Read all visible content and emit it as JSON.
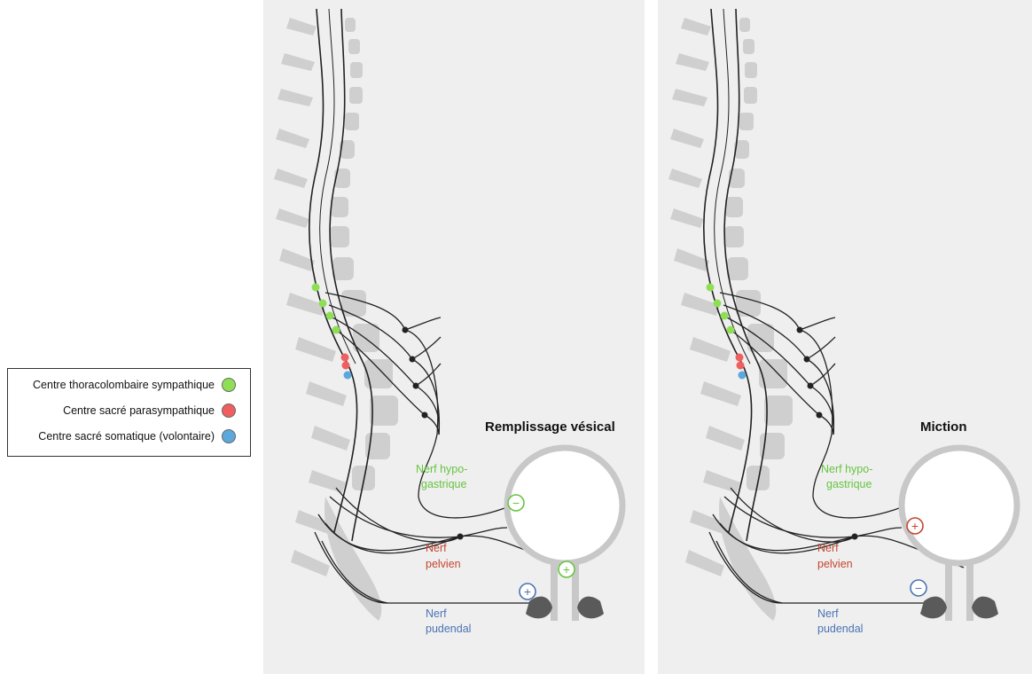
{
  "legend": {
    "items": [
      {
        "label": "Centre thoracolombaire sympathique",
        "color": "#8fdf56"
      },
      {
        "label": "Centre sacré parasympathique",
        "color": "#ef5f5f"
      },
      {
        "label": "Centre sacré somatique (volontaire)",
        "color": "#5aa8dc"
      }
    ]
  },
  "panels": [
    {
      "title": "Remplissage vésical",
      "hypogastric": {
        "line1": "Nerf hypo-",
        "line2": "gastrique",
        "color": "#67c441"
      },
      "pelvic": {
        "line1": "Nerf",
        "line2": "pelvien",
        "color": "#c4452d"
      },
      "pudendal": {
        "line1": "Nerf",
        "line2": "pudendal",
        "color": "#4a73b5"
      },
      "signs": [
        {
          "symbol": "−",
          "color": "#67c441",
          "target": "bladder-wall"
        },
        {
          "symbol": "+",
          "color": "#67c441",
          "target": "bladder-neck"
        },
        {
          "symbol": "+",
          "color": "#4a73b5",
          "target": "external-sphincter"
        }
      ]
    },
    {
      "title": "Miction",
      "hypogastric": {
        "line1": "Nerf hypo-",
        "line2": "gastrique",
        "color": "#67c441"
      },
      "pelvic": {
        "line1": "Nerf",
        "line2": "pelvien",
        "color": "#c4452d"
      },
      "pudendal": {
        "line1": "Nerf",
        "line2": "pudendal",
        "color": "#4a73b5"
      },
      "signs": [
        {
          "symbol": "+",
          "color": "#c4452d",
          "target": "bladder-wall"
        },
        {
          "symbol": "−",
          "color": "#4a73b5",
          "target": "external-sphincter"
        }
      ]
    }
  ]
}
